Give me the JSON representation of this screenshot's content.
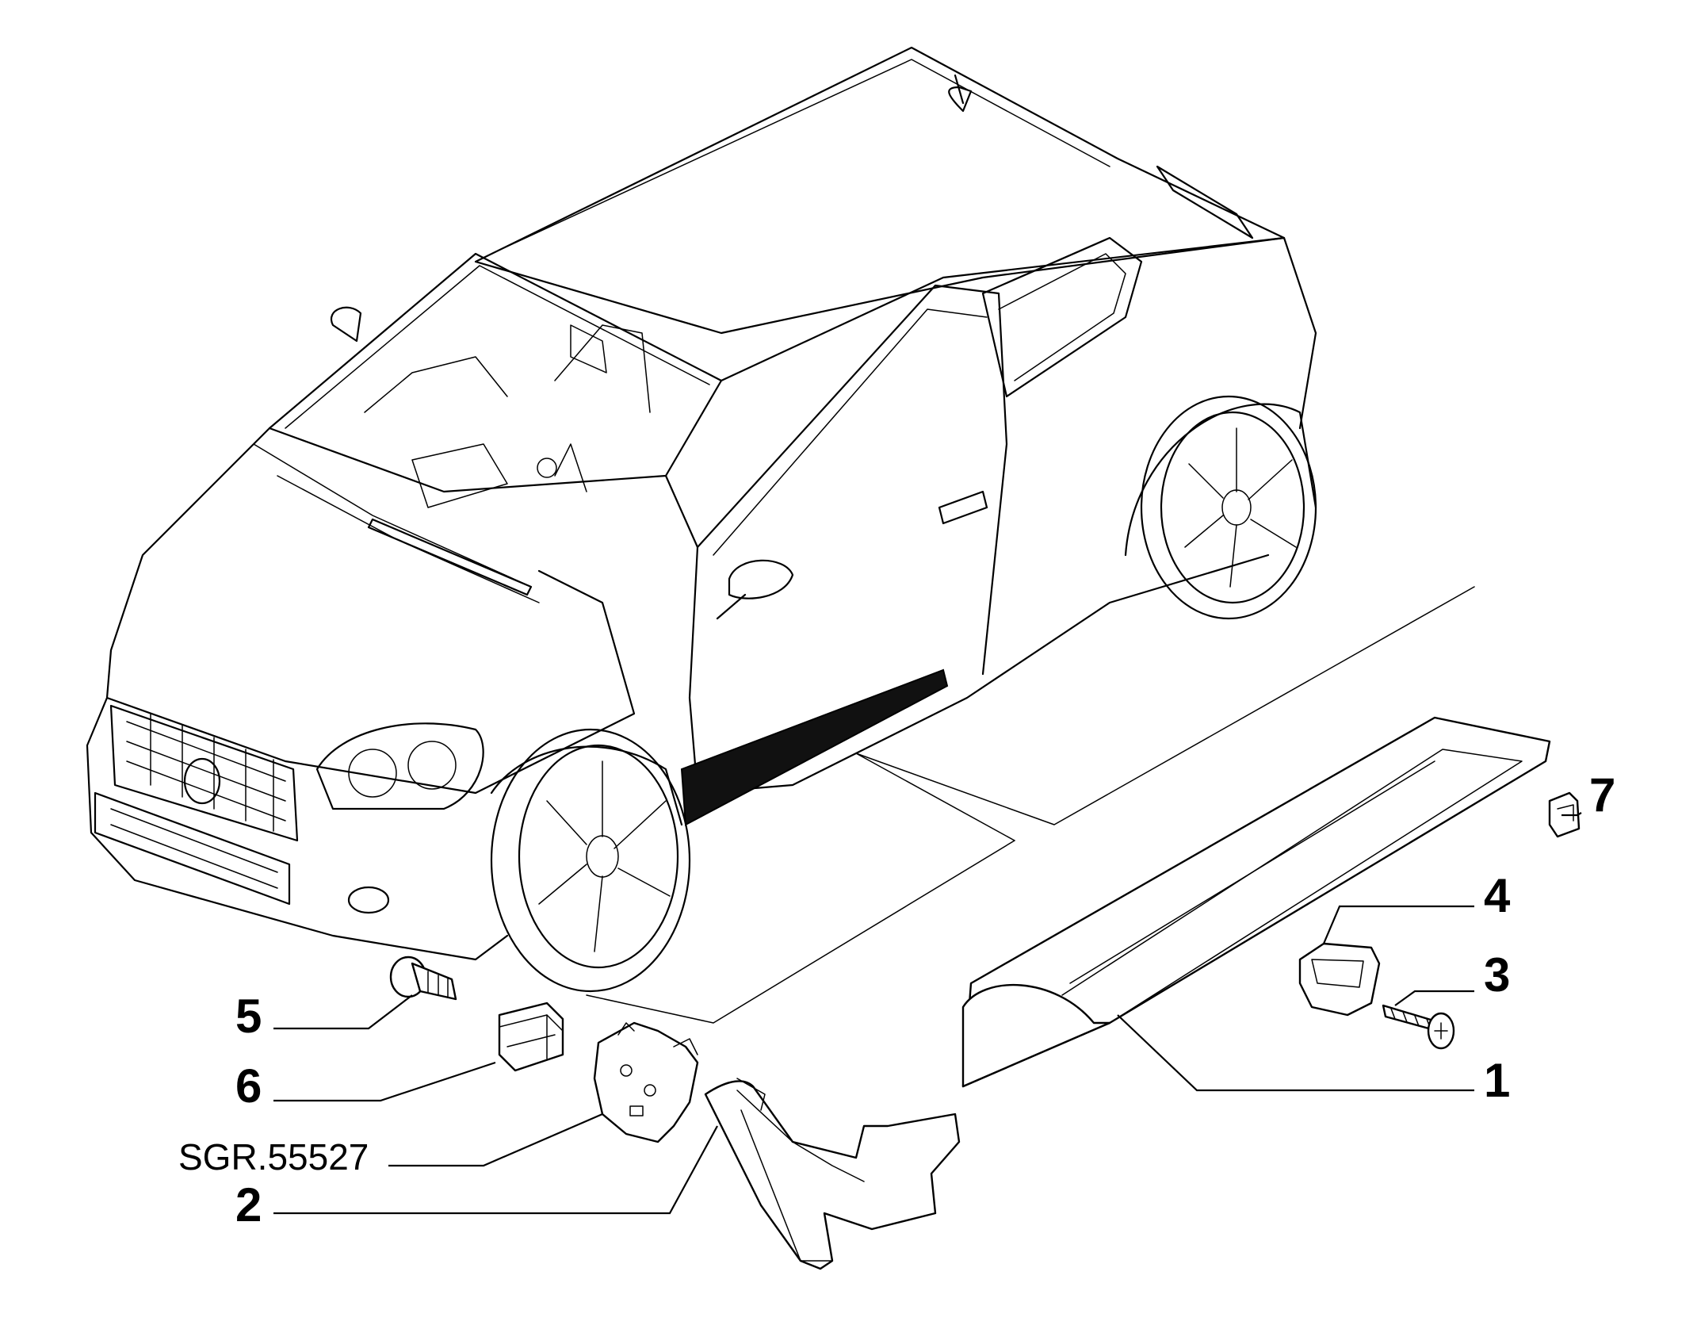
{
  "callouts": {
    "c1": "1",
    "c2": "2",
    "c3": "3",
    "c4": "4",
    "c5": "5",
    "c6": "6",
    "c7": "7",
    "ref_group": "SGR.55527"
  }
}
